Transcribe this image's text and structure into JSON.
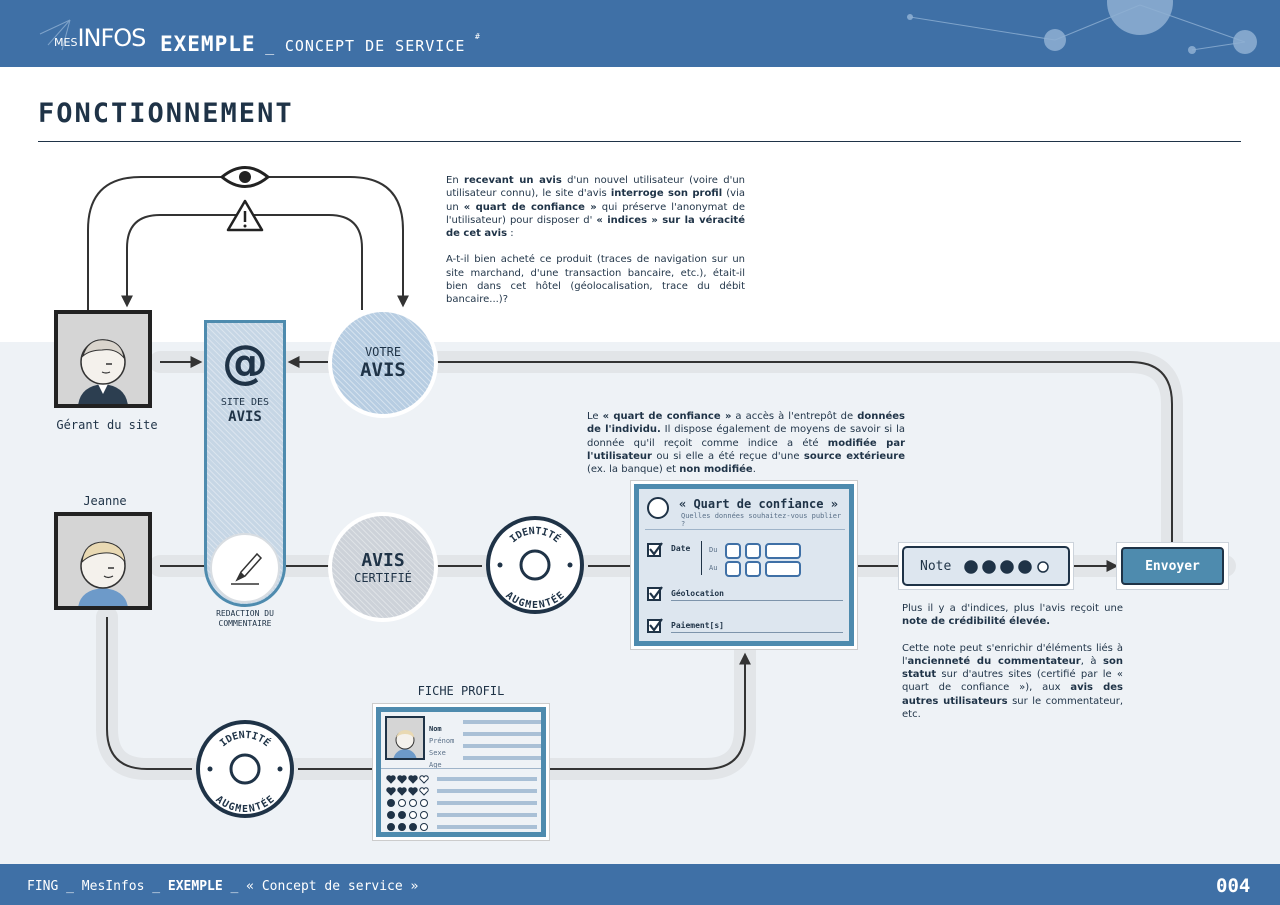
{
  "header": {
    "logo_small": "MES",
    "logo_big": "INFOS",
    "title_bold": "EXEMPLE",
    "title_sep": "_",
    "title_rest": "CONCEPT DE SERVICE",
    "title_mark": "#"
  },
  "page_title": "FONCTIONNEMENT",
  "intro": {
    "p1_a": "En ",
    "p1_b": "recevant un avis",
    "p1_c": " d'un nouvel utilisateur (voire d'un utilisateur connu), le site d'avis ",
    "p1_d": "interroge son profil",
    "p1_e": " (via un ",
    "p1_f": "« quart de confiance »",
    "p1_g": " qui préserve l'anonymat de l'utilisateur) pour disposer d' ",
    "p1_h": "« indices » sur la véracité de cet avis",
    "p1_i": " :",
    "p2": "A-t-il bien acheté ce produit (traces de navigation sur un site marchand, d'une transaction bancaire, etc.), était-il bien dans cet hôtel (géolocalisation, trace du débit bancaire...)?"
  },
  "quart_note": {
    "a": "Le ",
    "b": "« quart de confiance »",
    "c": " a accès à l'entrepôt de ",
    "d": "données de l'individu.",
    "e": " Il dispose également de moyens de savoir si la donnée qu'il reçoit comme indice a été ",
    "f": "modifiée par l'utilisateur",
    "g": " ou si elle a été reçue d'une ",
    "h": "source extérieure",
    "i": " (ex. la banque) et ",
    "j": "non modifiée",
    "k": "."
  },
  "actors": {
    "manager": "Gérant du site",
    "user": "Jeanne"
  },
  "site": {
    "at": "@",
    "line1": "SITE DES",
    "line2": "AVIS",
    "redaction1": "REDACTION DU",
    "redaction2": "COMMENTAIRE"
  },
  "votre_avis": {
    "line1": "VOTRE",
    "line2": "AVIS"
  },
  "avis_certifie": {
    "line1": "AVIS",
    "line2": "CERTIFIÉ"
  },
  "stamp": {
    "top": "IDENTITÉ",
    "bottom": "AUGMENTÉE"
  },
  "quart_card": {
    "title": "« Quart de confiance »",
    "subtitle": "Quelles données souhaitez-vous publier ?",
    "date_label": "Date",
    "du": "Du",
    "au": "Au",
    "geo_label": "Géolocation",
    "pay_label": "Paiement[s]"
  },
  "note": {
    "label": "Note",
    "filled": 4,
    "total": 5
  },
  "send_button": "Envoyer",
  "fiche": {
    "title": "FICHE PROFIL",
    "fields": [
      "Nom",
      "Prénom",
      "Sexe",
      "Age"
    ],
    "ratings": [
      {
        "filled": 3,
        "total": 4,
        "symbol": "heart"
      },
      {
        "filled": 3,
        "total": 4,
        "symbol": "heart"
      },
      {
        "filled": 1,
        "total": 4,
        "symbol": "dot"
      },
      {
        "filled": 2,
        "total": 4,
        "symbol": "dot"
      },
      {
        "filled": 3,
        "total": 4,
        "symbol": "dot"
      }
    ]
  },
  "credibility": {
    "p1_a": "Plus il y a d'indices, plus l'avis reçoit une ",
    "p1_b": "note de crédibilité élevée.",
    "p2_a": "Cette note peut s'enrichir d'éléments liés à l'",
    "p2_b": "ancienneté du commentateur",
    "p2_c": ", à ",
    "p2_d": "son statut",
    "p2_e": " sur d'autres sites (certifié par le « quart de confiance »), aux ",
    "p2_f": "avis des autres utilisateurs",
    "p2_g": " sur le commentateur, etc."
  },
  "footer": {
    "text_a": "FING _ MesInfos _ ",
    "text_b": "EXEMPLE",
    "text_c": " _ « Concept de service »",
    "page": "004"
  },
  "colors": {
    "brand": "#3f70a6",
    "dark": "#1f3347",
    "band": "#eef2f6",
    "track": "#e2e5e8",
    "accent": "#4e8bae"
  },
  "icons": [
    "eye-icon",
    "warning-icon",
    "pencil-icon",
    "checkbox-icon",
    "arrow-icon"
  ]
}
